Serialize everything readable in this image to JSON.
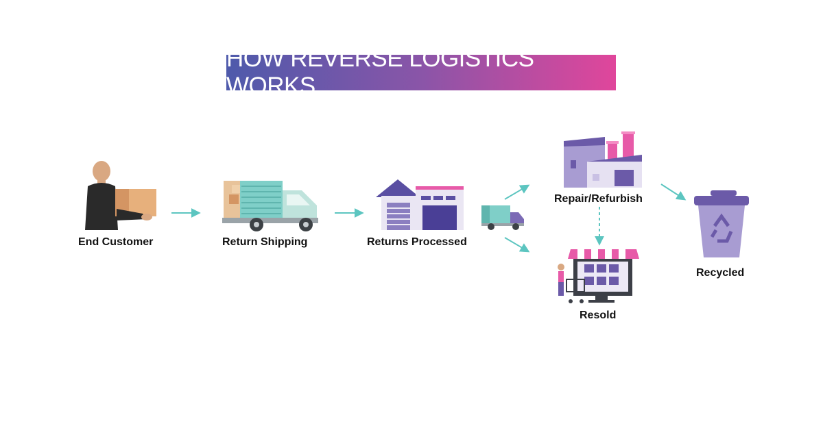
{
  "title": "HOW REVERSE LOGISTICS WORKS",
  "colors": {
    "gradient_start": "#4e5aab",
    "gradient_mid": "#8a55a8",
    "gradient_end": "#e0469b",
    "arrow": "#5cc5c0",
    "purple": "#6b5aa8",
    "pink": "#e75aa8",
    "teal": "#7fcfc8"
  },
  "steps": {
    "end_customer": "End Customer",
    "return_shipping": "Return Shipping",
    "returns_processed": "Returns Processed",
    "repair_refurbish": "Repair/Refurbish",
    "resold": "Resold",
    "recycled": "Recycled"
  }
}
